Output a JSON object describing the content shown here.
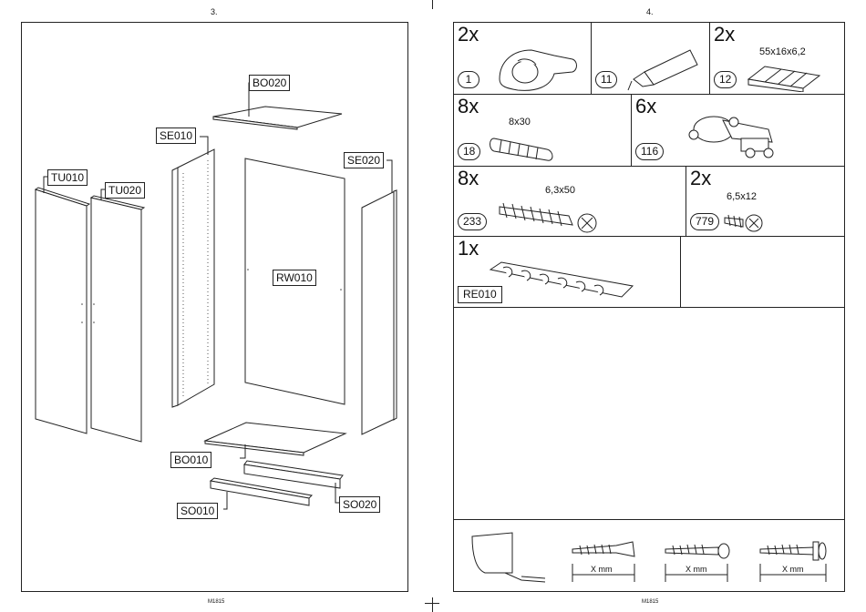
{
  "left_page": {
    "page_number": "3.",
    "footer": "M1815",
    "parts": {
      "bo020": "BO020",
      "se010": "SE010",
      "se020": "SE020",
      "tu010": "TU010",
      "tu020": "TU020",
      "rw010": "RW010",
      "bo010": "BO010",
      "so010": "SO010",
      "so020": "SO020"
    }
  },
  "right_page": {
    "page_number": "4.",
    "footer": "M1815",
    "hardware": [
      {
        "qty": "2x",
        "number": "1",
        "dim": ""
      },
      {
        "qty": "",
        "number": "11",
        "dim": ""
      },
      {
        "qty": "2x",
        "number": "12",
        "dim": "55x16x6,2"
      },
      {
        "qty": "8x",
        "number": "18",
        "dim": "8x30"
      },
      {
        "qty": "6x",
        "number": "116",
        "dim": ""
      },
      {
        "qty": "8x",
        "number": "233",
        "dim": "6,3x50"
      },
      {
        "qty": "2x",
        "number": "779",
        "dim": "6,5x12"
      },
      {
        "qty": "1x",
        "number": "RE010",
        "dim": ""
      }
    ],
    "screw_dimension_label": "X mm"
  }
}
